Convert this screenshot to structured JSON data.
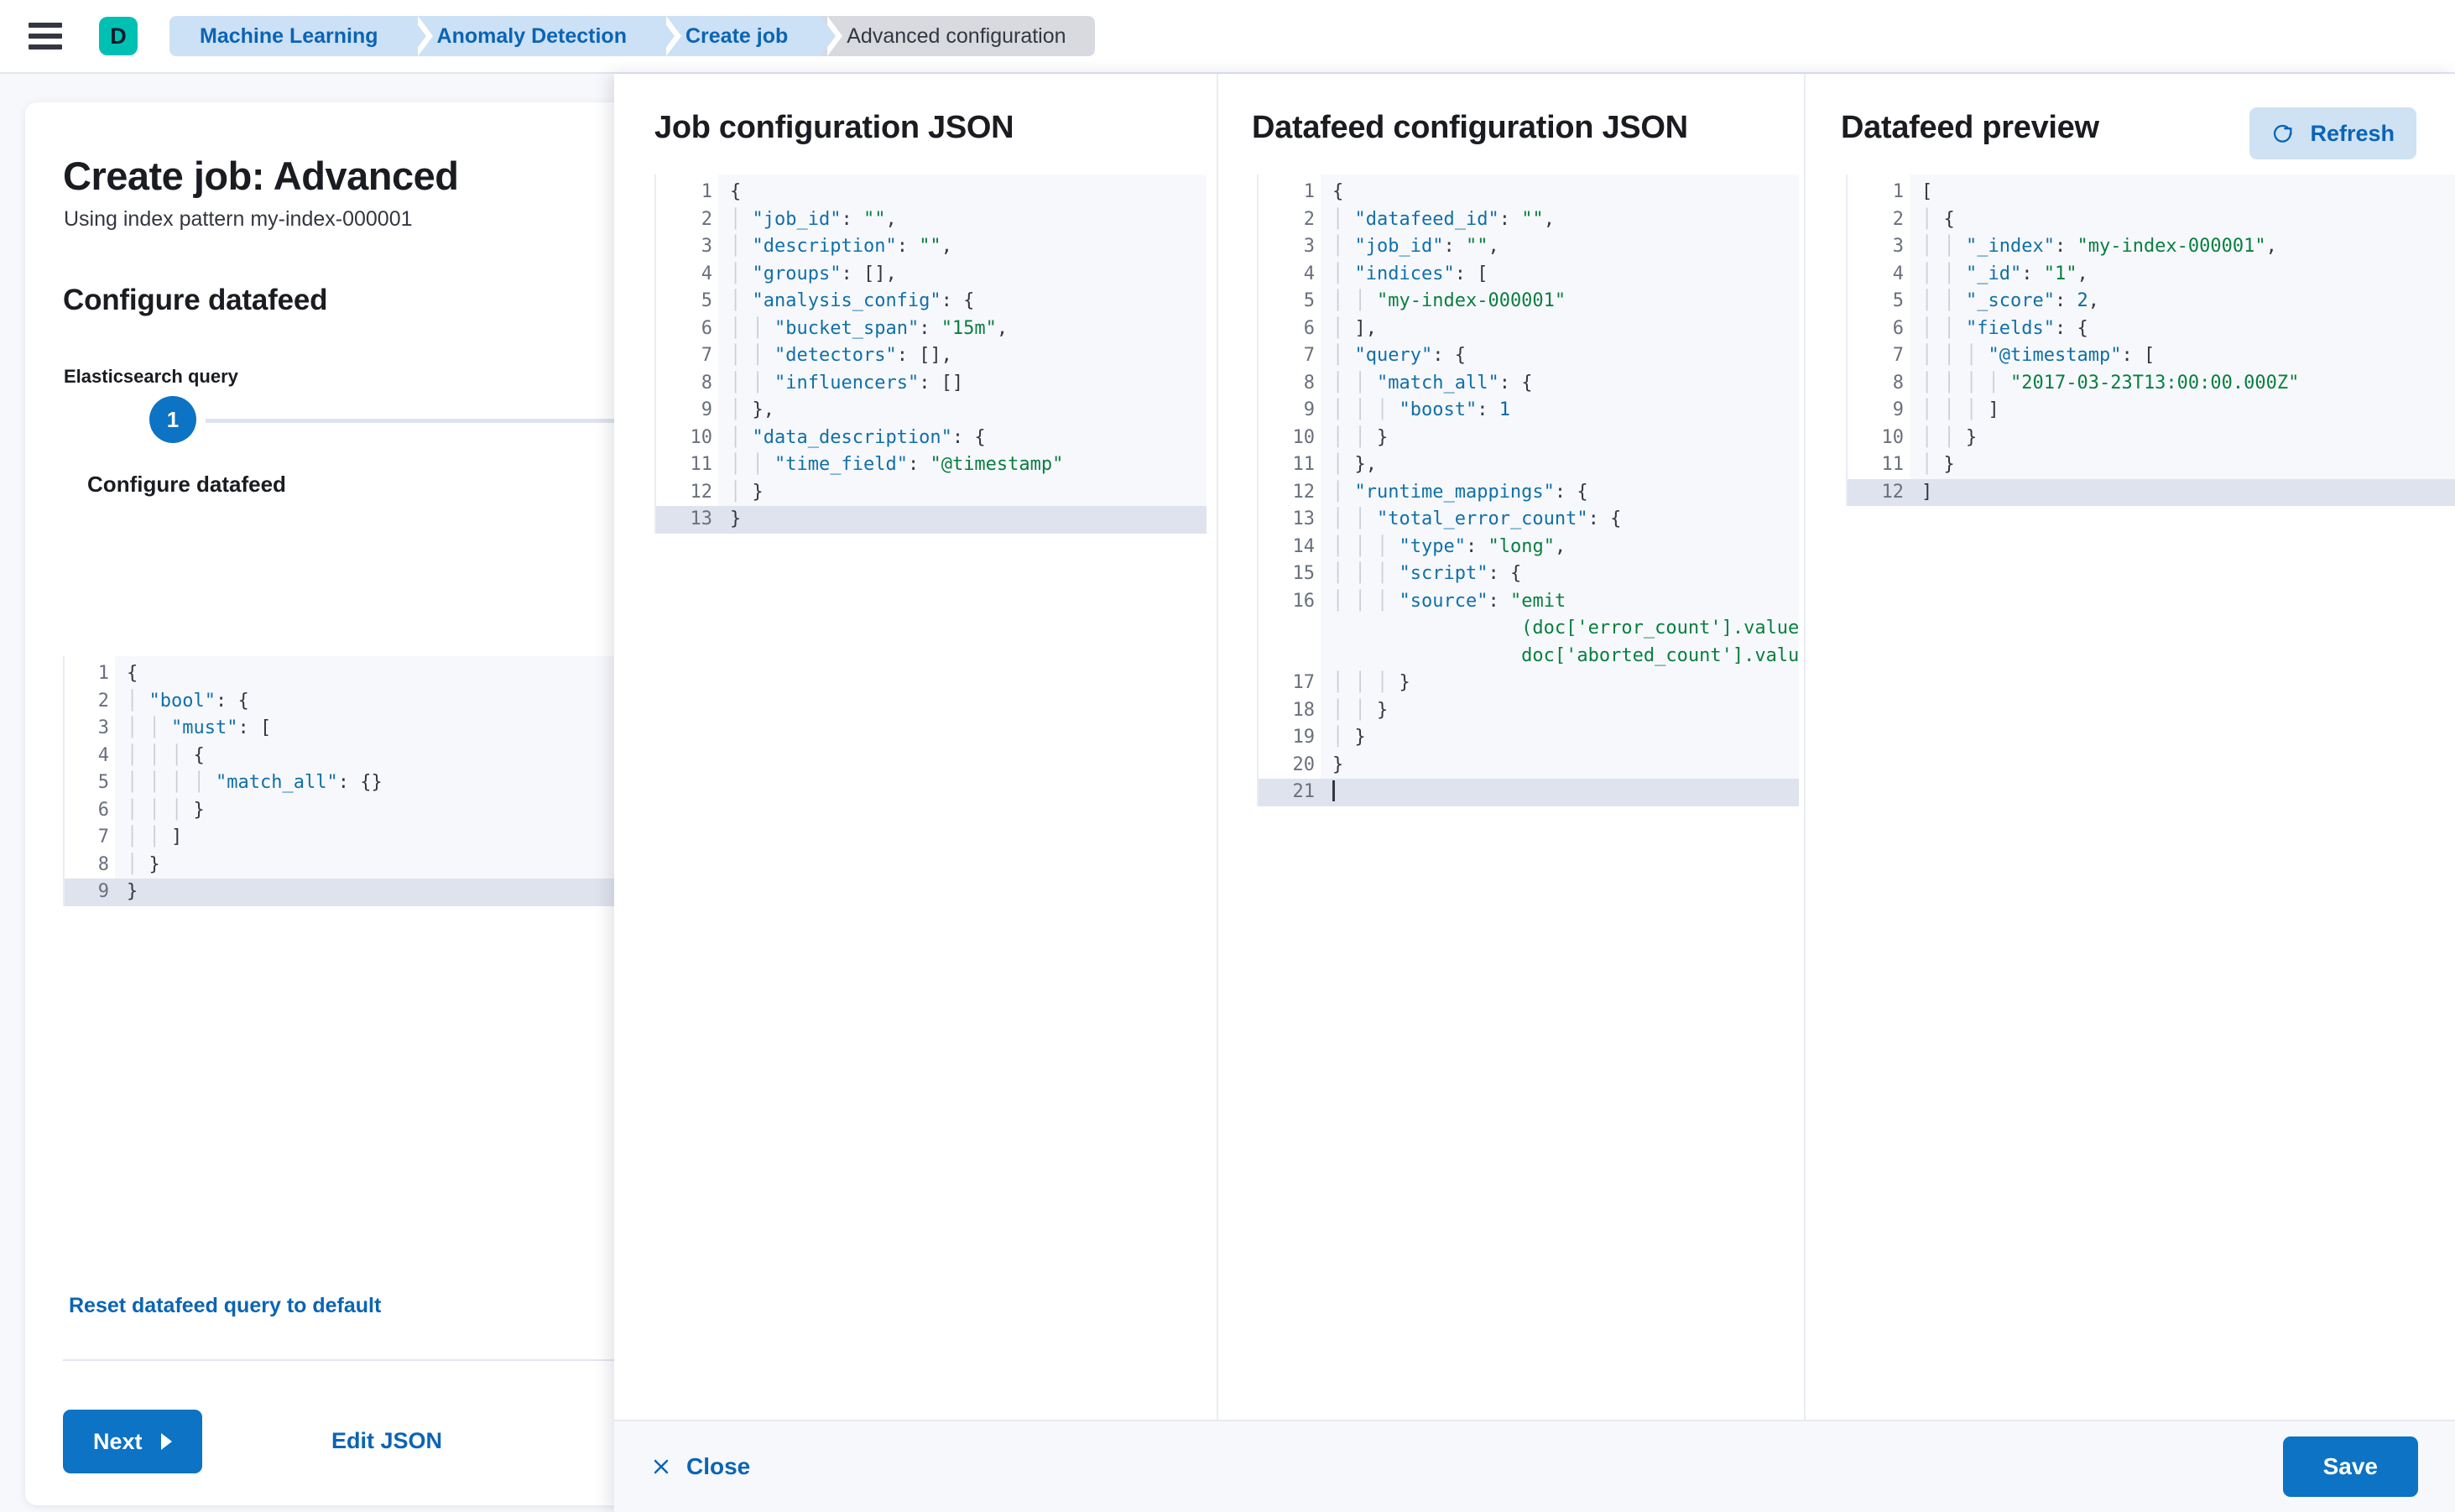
{
  "topbar": {
    "menu_icon": "hamburger-icon",
    "avatar_label": "D",
    "breadcrumbs": [
      {
        "label": "Machine Learning"
      },
      {
        "label": "Anomaly Detection"
      },
      {
        "label": "Create job"
      },
      {
        "label": "Advanced configuration"
      }
    ]
  },
  "left_page": {
    "title": "Create job: Advanced",
    "subtitle": "Using index pattern my-index-000001",
    "step_number": "1",
    "step_label": "Configure datafeed",
    "section_heading": "Configure datafeed",
    "field_label": "Elasticsearch query",
    "reset_link": "Reset datafeed query to default",
    "next_label": "Next",
    "edit_json_label": "Edit JSON",
    "query_editor": {
      "lines": [
        {
          "no": "1",
          "fold": true,
          "hl": false,
          "text": "{"
        },
        {
          "no": "2",
          "fold": true,
          "hl": false,
          "text": "  \"bool\": {"
        },
        {
          "no": "3",
          "fold": true,
          "hl": false,
          "text": "    \"must\": ["
        },
        {
          "no": "4",
          "fold": true,
          "hl": false,
          "text": "      {"
        },
        {
          "no": "5",
          "fold": false,
          "hl": false,
          "text": "        \"match_all\": {}"
        },
        {
          "no": "6",
          "fold": false,
          "hl": false,
          "text": "      }"
        },
        {
          "no": "7",
          "fold": false,
          "hl": false,
          "text": "    ]"
        },
        {
          "no": "8",
          "fold": false,
          "hl": false,
          "text": "  }"
        },
        {
          "no": "9",
          "fold": false,
          "hl": true,
          "text": "}"
        }
      ]
    }
  },
  "flyout": {
    "panels": [
      {
        "title": "Job configuration JSON"
      },
      {
        "title": "Datafeed configuration JSON"
      },
      {
        "title": "Datafeed preview"
      }
    ],
    "refresh_label": "Refresh",
    "close_label": "Close",
    "save_label": "Save",
    "job_config_editor": {
      "lines": [
        {
          "no": "1",
          "fold": true,
          "hl": false,
          "text": "{"
        },
        {
          "no": "2",
          "fold": false,
          "hl": false,
          "text": "  \"job_id\": \"\","
        },
        {
          "no": "3",
          "fold": false,
          "hl": false,
          "text": "  \"description\": \"\","
        },
        {
          "no": "4",
          "fold": false,
          "hl": false,
          "text": "  \"groups\": [],"
        },
        {
          "no": "5",
          "fold": true,
          "hl": false,
          "text": "  \"analysis_config\": {"
        },
        {
          "no": "6",
          "fold": false,
          "hl": false,
          "text": "    \"bucket_span\": \"15m\","
        },
        {
          "no": "7",
          "fold": false,
          "hl": false,
          "text": "    \"detectors\": [],"
        },
        {
          "no": "8",
          "fold": false,
          "hl": false,
          "text": "    \"influencers\": []"
        },
        {
          "no": "9",
          "fold": false,
          "hl": false,
          "text": "  },"
        },
        {
          "no": "10",
          "fold": true,
          "hl": false,
          "text": "  \"data_description\": {"
        },
        {
          "no": "11",
          "fold": false,
          "hl": false,
          "text": "    \"time_field\": \"@timestamp\""
        },
        {
          "no": "12",
          "fold": false,
          "hl": false,
          "text": "  }"
        },
        {
          "no": "13",
          "fold": false,
          "hl": true,
          "text": "}"
        }
      ]
    },
    "datafeed_config_editor": {
      "lines": [
        {
          "no": "1",
          "fold": true,
          "hl": false,
          "text": "{"
        },
        {
          "no": "2",
          "fold": false,
          "hl": false,
          "text": "  \"datafeed_id\": \"\","
        },
        {
          "no": "3",
          "fold": false,
          "hl": false,
          "text": "  \"job_id\": \"\","
        },
        {
          "no": "4",
          "fold": true,
          "hl": false,
          "text": "  \"indices\": ["
        },
        {
          "no": "5",
          "fold": false,
          "hl": false,
          "text": "    \"my-index-000001\""
        },
        {
          "no": "6",
          "fold": false,
          "hl": false,
          "text": "  ],"
        },
        {
          "no": "7",
          "fold": true,
          "hl": false,
          "text": "  \"query\": {"
        },
        {
          "no": "8",
          "fold": true,
          "hl": false,
          "text": "    \"match_all\": {"
        },
        {
          "no": "9",
          "fold": false,
          "hl": false,
          "text": "      \"boost\": 1"
        },
        {
          "no": "10",
          "fold": false,
          "hl": false,
          "text": "    }"
        },
        {
          "no": "11",
          "fold": false,
          "hl": false,
          "text": "  },"
        },
        {
          "no": "12",
          "fold": true,
          "hl": false,
          "text": "  \"runtime_mappings\": {"
        },
        {
          "no": "13",
          "fold": true,
          "hl": false,
          "text": "    \"total_error_count\": {"
        },
        {
          "no": "14",
          "fold": false,
          "hl": false,
          "text": "      \"type\": \"long\","
        },
        {
          "no": "15",
          "fold": true,
          "hl": false,
          "text": "      \"script\": {"
        },
        {
          "no": "16",
          "fold": false,
          "hl": false,
          "wrap": true,
          "text": "        \"source\": \"emit(doc['error_count'].value + doc['aborted_count'].value)\""
        },
        {
          "no": "17",
          "fold": false,
          "hl": false,
          "text": "      }"
        },
        {
          "no": "18",
          "fold": false,
          "hl": false,
          "text": "    }"
        },
        {
          "no": "19",
          "fold": false,
          "hl": false,
          "text": "  }"
        },
        {
          "no": "20",
          "fold": false,
          "hl": false,
          "text": "}"
        },
        {
          "no": "21",
          "fold": false,
          "hl": true,
          "caret": true,
          "text": ""
        }
      ]
    },
    "datafeed_preview_editor": {
      "lines": [
        {
          "no": "1",
          "fold": true,
          "hl": false,
          "text": "["
        },
        {
          "no": "2",
          "fold": true,
          "hl": false,
          "text": "  {"
        },
        {
          "no": "3",
          "fold": false,
          "hl": false,
          "text": "    \"_index\": \"my-index-000001\","
        },
        {
          "no": "4",
          "fold": false,
          "hl": false,
          "text": "    \"_id\": \"1\","
        },
        {
          "no": "5",
          "fold": false,
          "hl": false,
          "text": "    \"_score\": 2,"
        },
        {
          "no": "6",
          "fold": true,
          "hl": false,
          "text": "    \"fields\": {"
        },
        {
          "no": "7",
          "fold": true,
          "hl": false,
          "text": "      \"@timestamp\": ["
        },
        {
          "no": "8",
          "fold": false,
          "hl": false,
          "text": "        \"2017-03-23T13:00:00.000Z\""
        },
        {
          "no": "9",
          "fold": false,
          "hl": false,
          "text": "      ]"
        },
        {
          "no": "10",
          "fold": false,
          "hl": false,
          "text": "    }"
        },
        {
          "no": "11",
          "fold": false,
          "hl": false,
          "text": "  }"
        },
        {
          "no": "12",
          "fold": false,
          "hl": true,
          "text": "]"
        }
      ]
    }
  },
  "colors": {
    "accent_blue": "#0c73c5",
    "link_blue": "#0b64b5",
    "breadcrumb_chip": "#cce1f5",
    "breadcrumb_last": "#d8dae0",
    "avatar_teal": "#00bfb3",
    "editor_bg": "#f7f8fc",
    "string_green": "#087f3f",
    "key_blue": "#1070a8"
  }
}
